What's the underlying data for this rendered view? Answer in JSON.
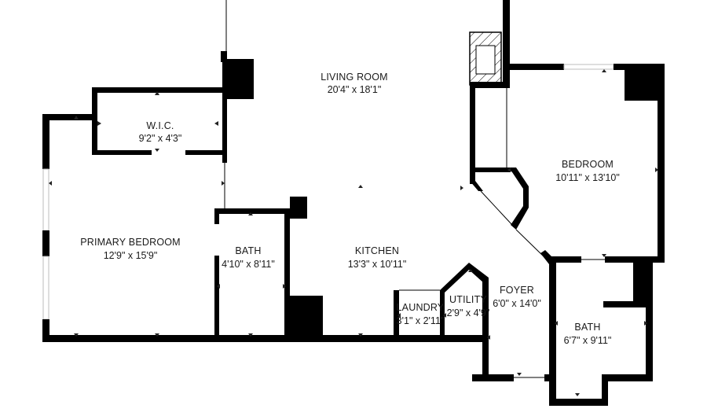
{
  "rooms": {
    "living_room": {
      "name": "LIVING ROOM",
      "dims": "20'4\" x 18'1\""
    },
    "wic": {
      "name": "W.I.C.",
      "dims": "9'2\" x 4'3\""
    },
    "bedroom": {
      "name": "BEDROOM",
      "dims": "10'11\" x 13'10\""
    },
    "primary_bedroom": {
      "name": "PRIMARY BEDROOM",
      "dims": "12'9\" x 15'9\""
    },
    "bath_1": {
      "name": "BATH",
      "dims": "4'10\" x 8'11\""
    },
    "kitchen": {
      "name": "KITCHEN",
      "dims": "13'3\" x 10'11\""
    },
    "laundry": {
      "name": "LAUNDRY",
      "dims": "3'1\" x 2'11\""
    },
    "utility": {
      "name": "UTILITY",
      "dims": "2'9\" x 4'9\""
    },
    "foyer": {
      "name": "FOYER",
      "dims": "6'0\" x 14'0\""
    },
    "bath_2": {
      "name": "BATH",
      "dims": "6'7\" x 9'11\""
    }
  },
  "colors": {
    "wall": "#000000",
    "background": "#ffffff",
    "window": "#bdbdbd",
    "fireplace_hatch": "#000000"
  }
}
